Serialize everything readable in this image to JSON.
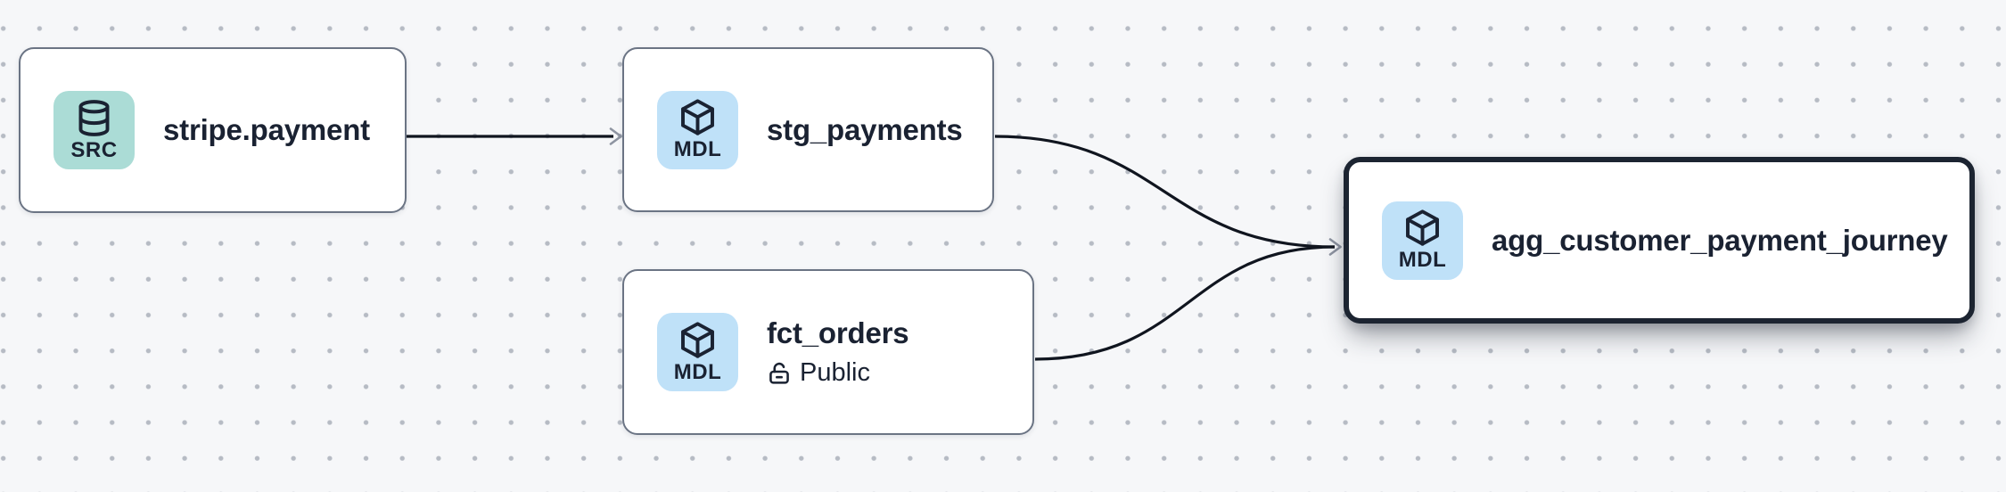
{
  "canvas": {
    "kind": "lineage-graph"
  },
  "colors": {
    "background": "#f6f7f9",
    "dot": "rgba(130,138,152,0.55)",
    "node_fill": "#ffffff",
    "node_border": "#6b7484",
    "selected_border": "#1c2431",
    "edge": "#10151f",
    "arrowhead": "#8e94a1",
    "text": "#1a2232",
    "badge_src": "#abdcd6",
    "badge_mdl": "#bfe1f8"
  },
  "nodes": [
    {
      "title": "stripe.payment",
      "badge": {
        "label": "SRC",
        "icon": "database"
      },
      "selected": false
    },
    {
      "title": "stg_payments",
      "badge": {
        "label": "MDL",
        "icon": "cube"
      },
      "selected": false
    },
    {
      "title": "fct_orders",
      "subtitle": {
        "icon": "lock-open",
        "label": "Public"
      },
      "badge": {
        "label": "MDL",
        "icon": "cube"
      },
      "selected": false
    },
    {
      "title": "agg_customer_payment_journey",
      "badge": {
        "label": "MDL",
        "icon": "cube"
      },
      "selected": true
    }
  ],
  "edges": [
    {
      "from": "stripe.payment",
      "to": "stg_payments"
    },
    {
      "from": "stg_payments",
      "to": "agg_customer_payment_journey"
    },
    {
      "from": "fct_orders",
      "to": "agg_customer_payment_journey"
    }
  ]
}
